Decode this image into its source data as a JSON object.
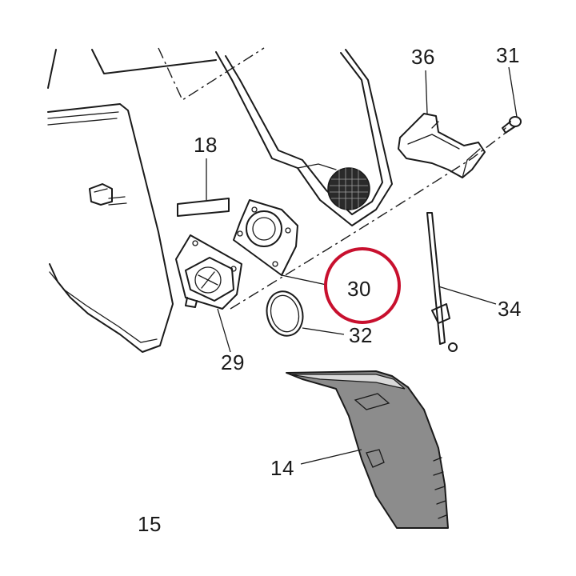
{
  "colors": {
    "line": "#1a1a1a",
    "highlight": "#c8102e",
    "panel_fill": "#8c8c8c",
    "panel_light": "#d9d9d9",
    "grille": "#2a2a2a"
  },
  "callouts": {
    "p36": "36",
    "p31": "31",
    "p18": "18",
    "p30": "30",
    "p34": "34",
    "p32": "32",
    "p29": "29",
    "p14": "14",
    "p15": "15"
  },
  "highlight": {
    "target": "30",
    "shape": "circle"
  }
}
